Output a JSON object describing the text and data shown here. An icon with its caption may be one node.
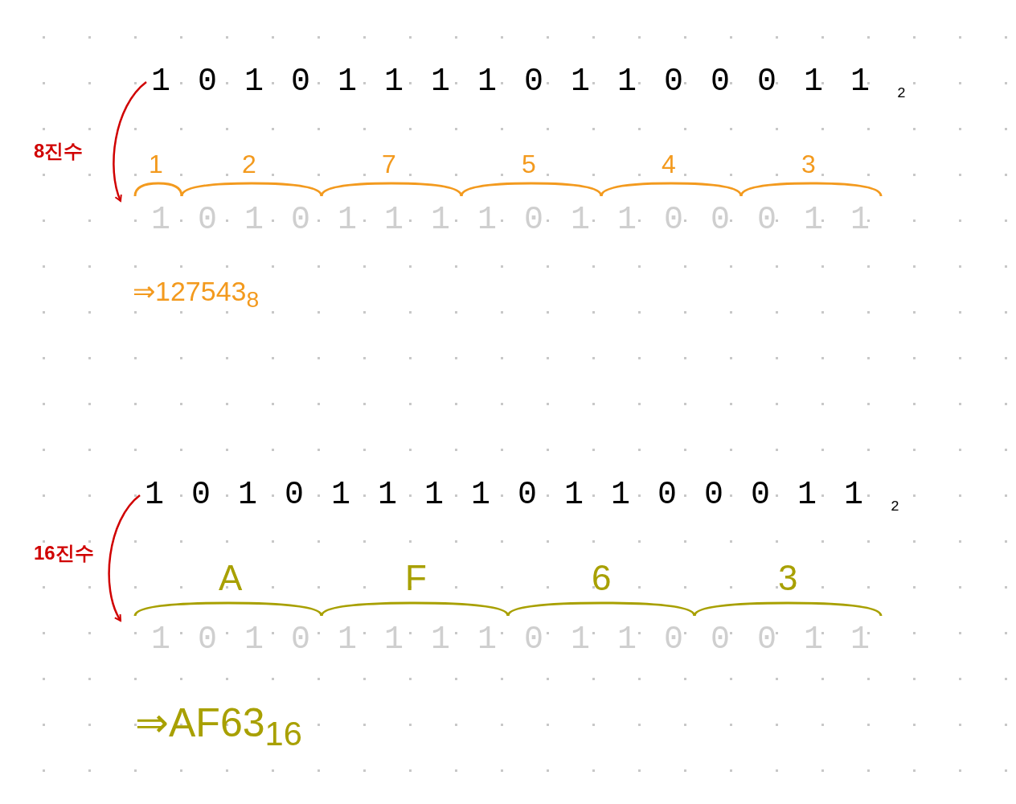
{
  "diagram": {
    "nodes": [
      {
        "text": [
          "1010111101100011$_{2}$"
        ]
      },
      {
        "text": [
          "1010111101100011"
        ]
      },
      {
        "text": [
          "1010111101100011$_{2}$"
        ]
      },
      {
        "text": [
          "1010111101100011"
        ]
      }
    ],
    "edges": [
      {
        "from": 0,
        "to": 1,
        "arrow": "to",
        "label": "8진수"
      },
      {
        "from": 2,
        "to": 3,
        "arrow": "to",
        "label": "16진수"
      }
    ],
    "labels": [
      "1",
      "2",
      "7",
      "5",
      "4",
      "3",
      "⇒127543$_{8}$",
      "A",
      "F",
      "6",
      "3",
      "⇒AF63$_{16}$"
    ]
  }
}
